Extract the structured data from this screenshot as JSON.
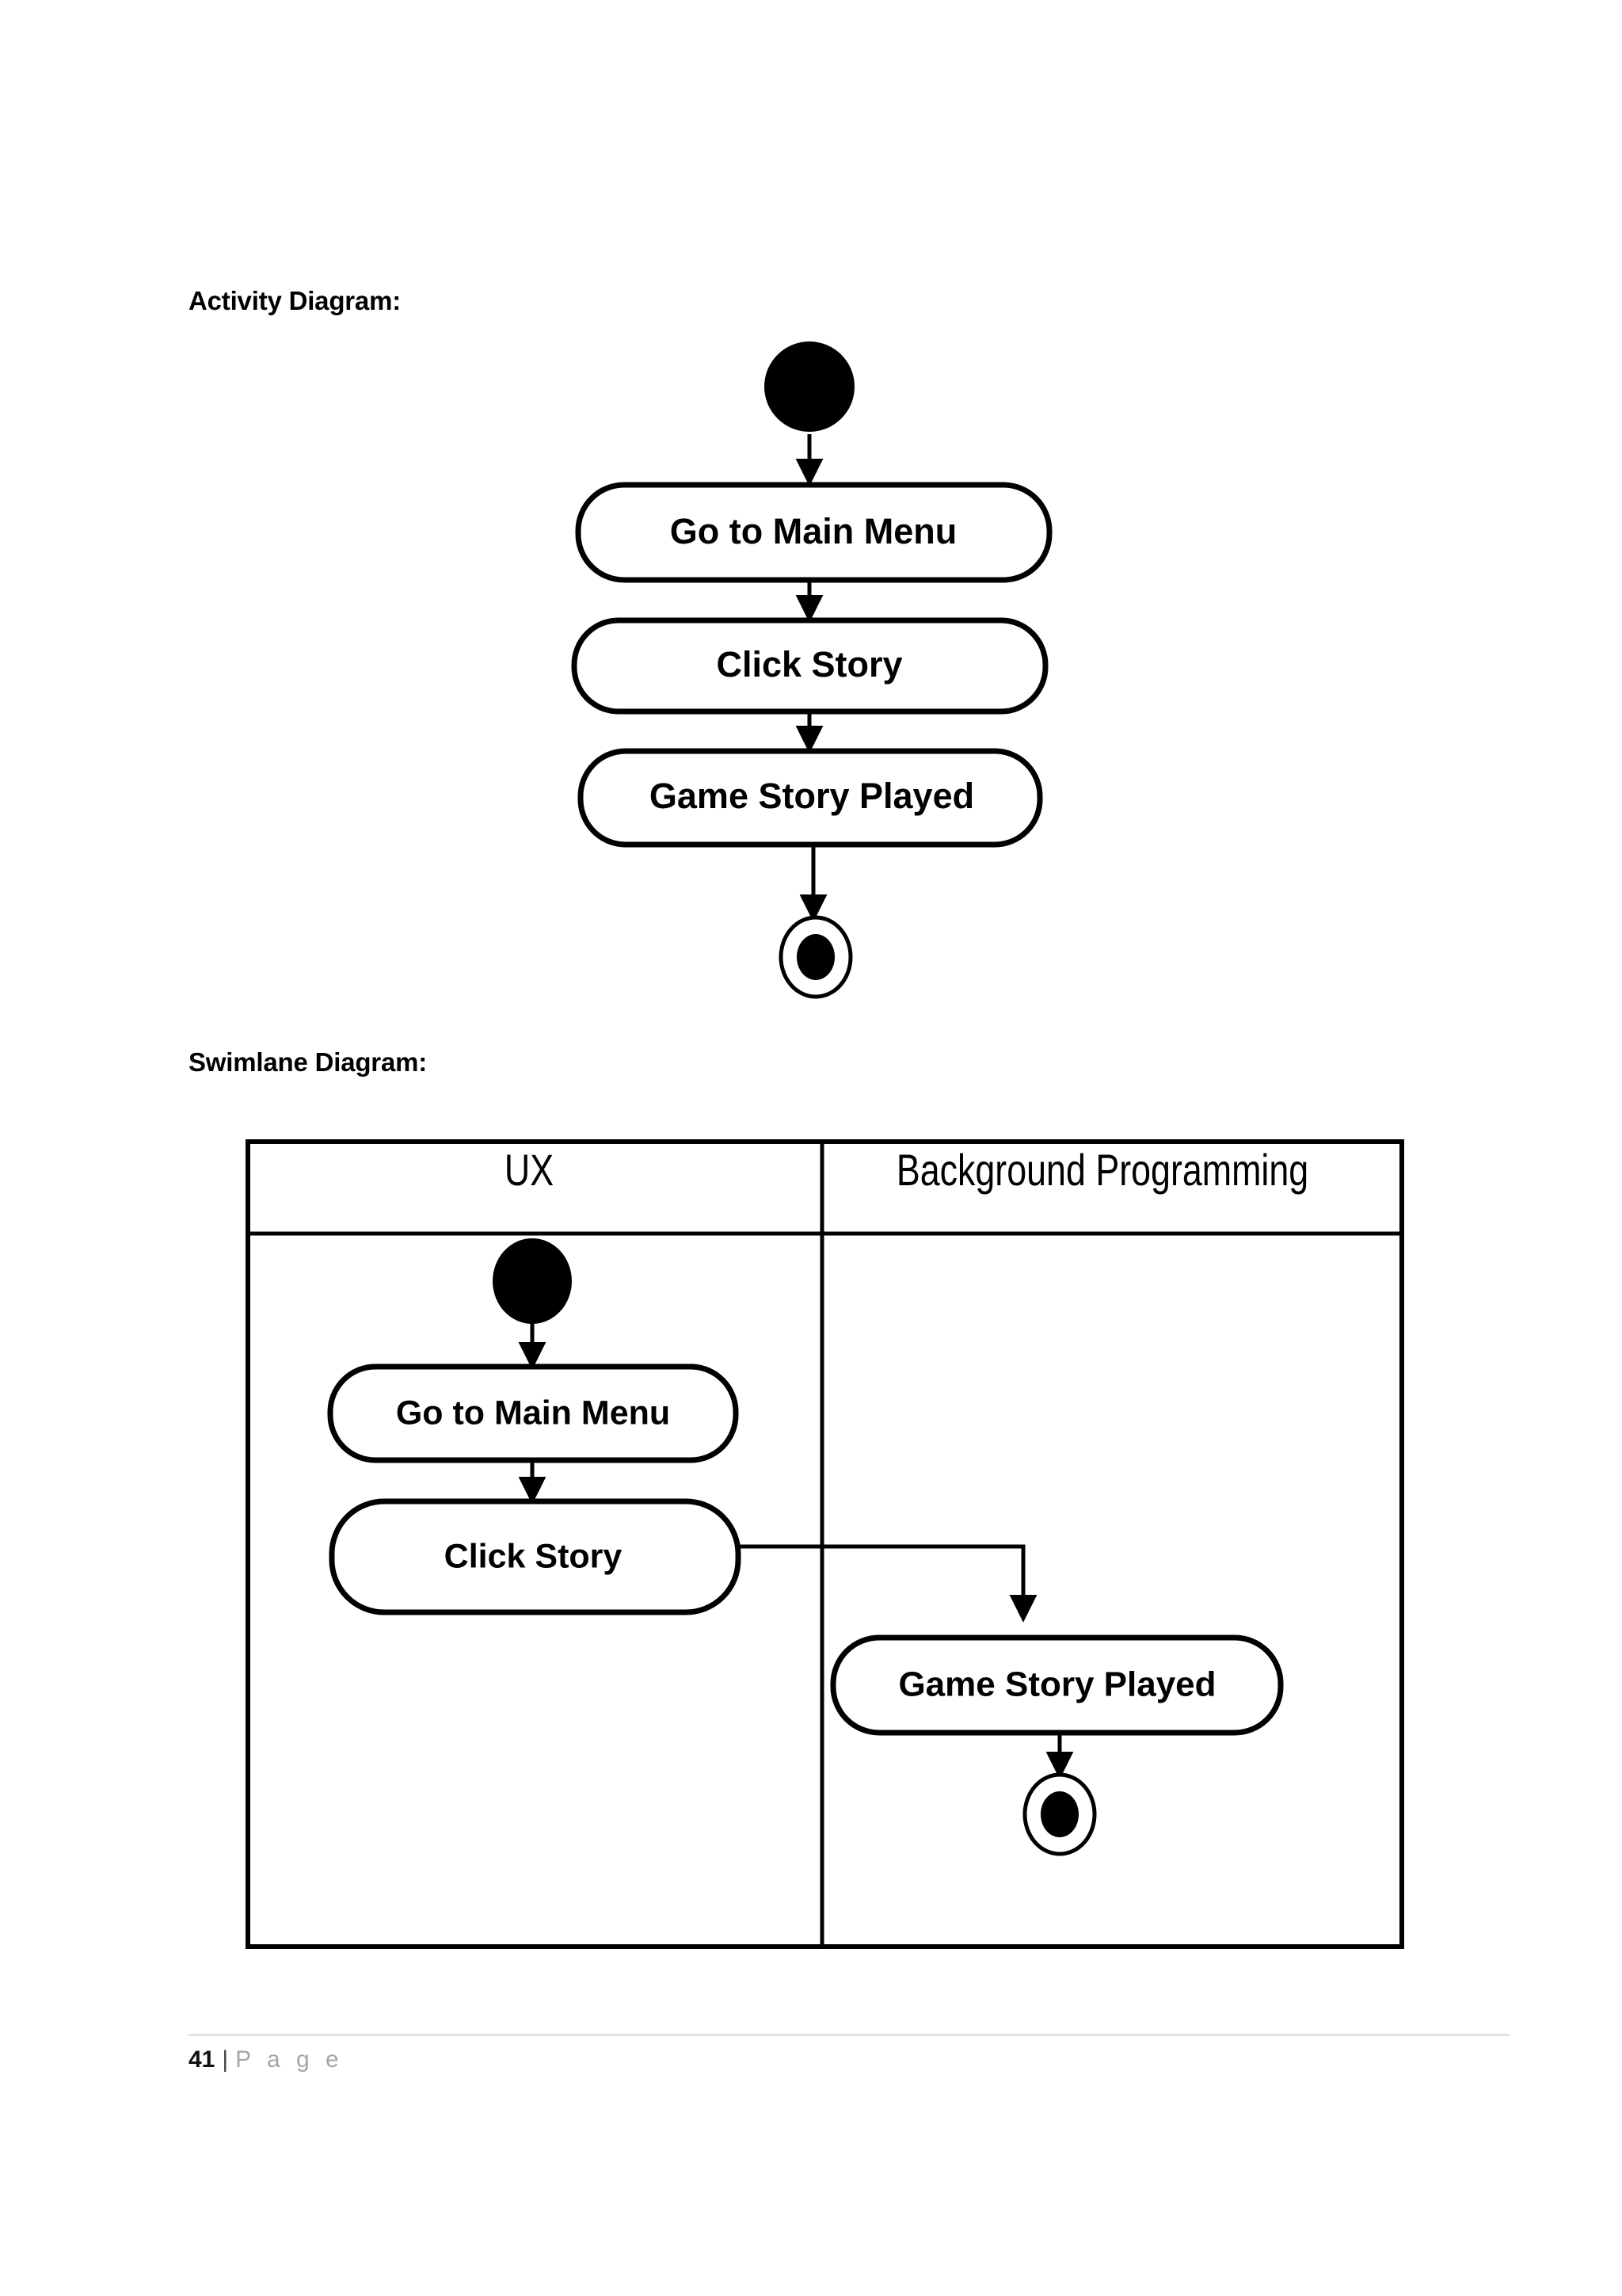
{
  "document": {
    "footer": {
      "page_number": "41",
      "separator": "|",
      "page_word": "P a g e"
    }
  },
  "sections": {
    "activity": {
      "caption": "Activity Diagram:"
    },
    "swimlane": {
      "caption": "Swimlane Diagram:"
    }
  },
  "chart_data": [
    {
      "type": "diagram",
      "diagram_kind": "uml-activity-diagram",
      "title": "Activity Diagram:",
      "nodes": [
        {
          "id": "start",
          "kind": "initial-node",
          "label": ""
        },
        {
          "id": "a1",
          "kind": "action",
          "label": "Go to Main Menu"
        },
        {
          "id": "a2",
          "kind": "action",
          "label": "Click Story"
        },
        {
          "id": "a3",
          "kind": "action",
          "label": "Game Story Played"
        },
        {
          "id": "end",
          "kind": "final-node",
          "label": ""
        }
      ],
      "edges": [
        {
          "from": "start",
          "to": "a1",
          "label": ""
        },
        {
          "from": "a1",
          "to": "a2",
          "label": ""
        },
        {
          "from": "a2",
          "to": "a3",
          "label": ""
        },
        {
          "from": "a3",
          "to": "end",
          "label": ""
        }
      ]
    },
    {
      "type": "diagram",
      "diagram_kind": "uml-swimlane-diagram",
      "title": "Swimlane Diagram:",
      "lanes": [
        {
          "id": "ux",
          "header": "UX"
        },
        {
          "id": "bg",
          "header": "Background Programming"
        }
      ],
      "nodes": [
        {
          "id": "s_start",
          "lane": "ux",
          "kind": "initial-node",
          "label": ""
        },
        {
          "id": "s_a1",
          "lane": "ux",
          "kind": "action",
          "label": "Go to Main Menu"
        },
        {
          "id": "s_a2",
          "lane": "ux",
          "kind": "action",
          "label": "Click Story"
        },
        {
          "id": "s_a3",
          "lane": "bg",
          "kind": "action",
          "label": "Game Story Played"
        },
        {
          "id": "s_end",
          "lane": "bg",
          "kind": "final-node",
          "label": ""
        }
      ],
      "edges": [
        {
          "from": "s_start",
          "to": "s_a1",
          "label": "",
          "routing": "straight"
        },
        {
          "from": "s_a1",
          "to": "s_a2",
          "label": "",
          "routing": "straight"
        },
        {
          "from": "s_a2",
          "to": "s_a3",
          "label": "",
          "routing": "orthogonal-cross-lane"
        },
        {
          "from": "s_a3",
          "to": "s_end",
          "label": "",
          "routing": "straight"
        }
      ]
    }
  ],
  "labels": {
    "activity": {
      "node_1": "Go to Main Menu",
      "node_2": "Click Story",
      "node_3": "Game Story Played"
    },
    "swimlane": {
      "header_left": "UX",
      "header_right": "Background Programming",
      "node_1": "Go to Main Menu",
      "node_2": "Click Story",
      "node_3": "Game Story Played"
    }
  },
  "colors": {
    "ink": "#000000",
    "paper": "#ffffff",
    "footer_muted": "#a6a6a6",
    "footer_rule": "#e2e2e2"
  }
}
